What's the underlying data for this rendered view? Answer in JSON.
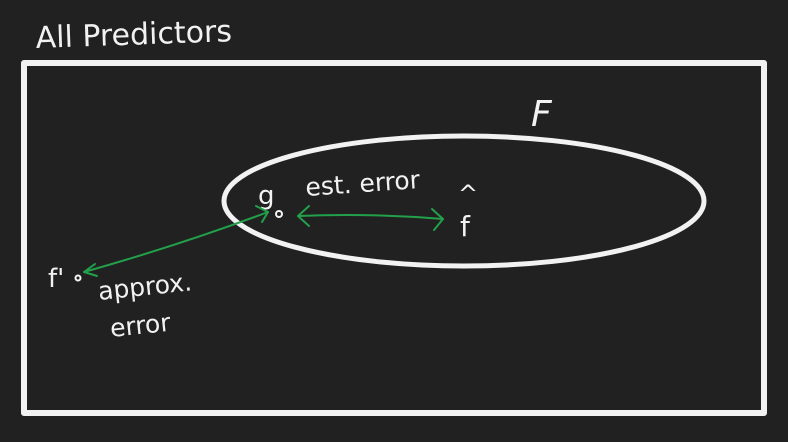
{
  "colors": {
    "background": "#212121",
    "ink": "#f2f2f2",
    "arrow": "#22a04a"
  },
  "labels": {
    "outer_set": "All Predictors",
    "hypothesis_class": "F",
    "g": "g",
    "f_hat": "f",
    "hat": "^",
    "f_star": "f'",
    "estimation_error": "est. error",
    "approximation_error_line1": "approx.",
    "approximation_error_line2": "error"
  }
}
